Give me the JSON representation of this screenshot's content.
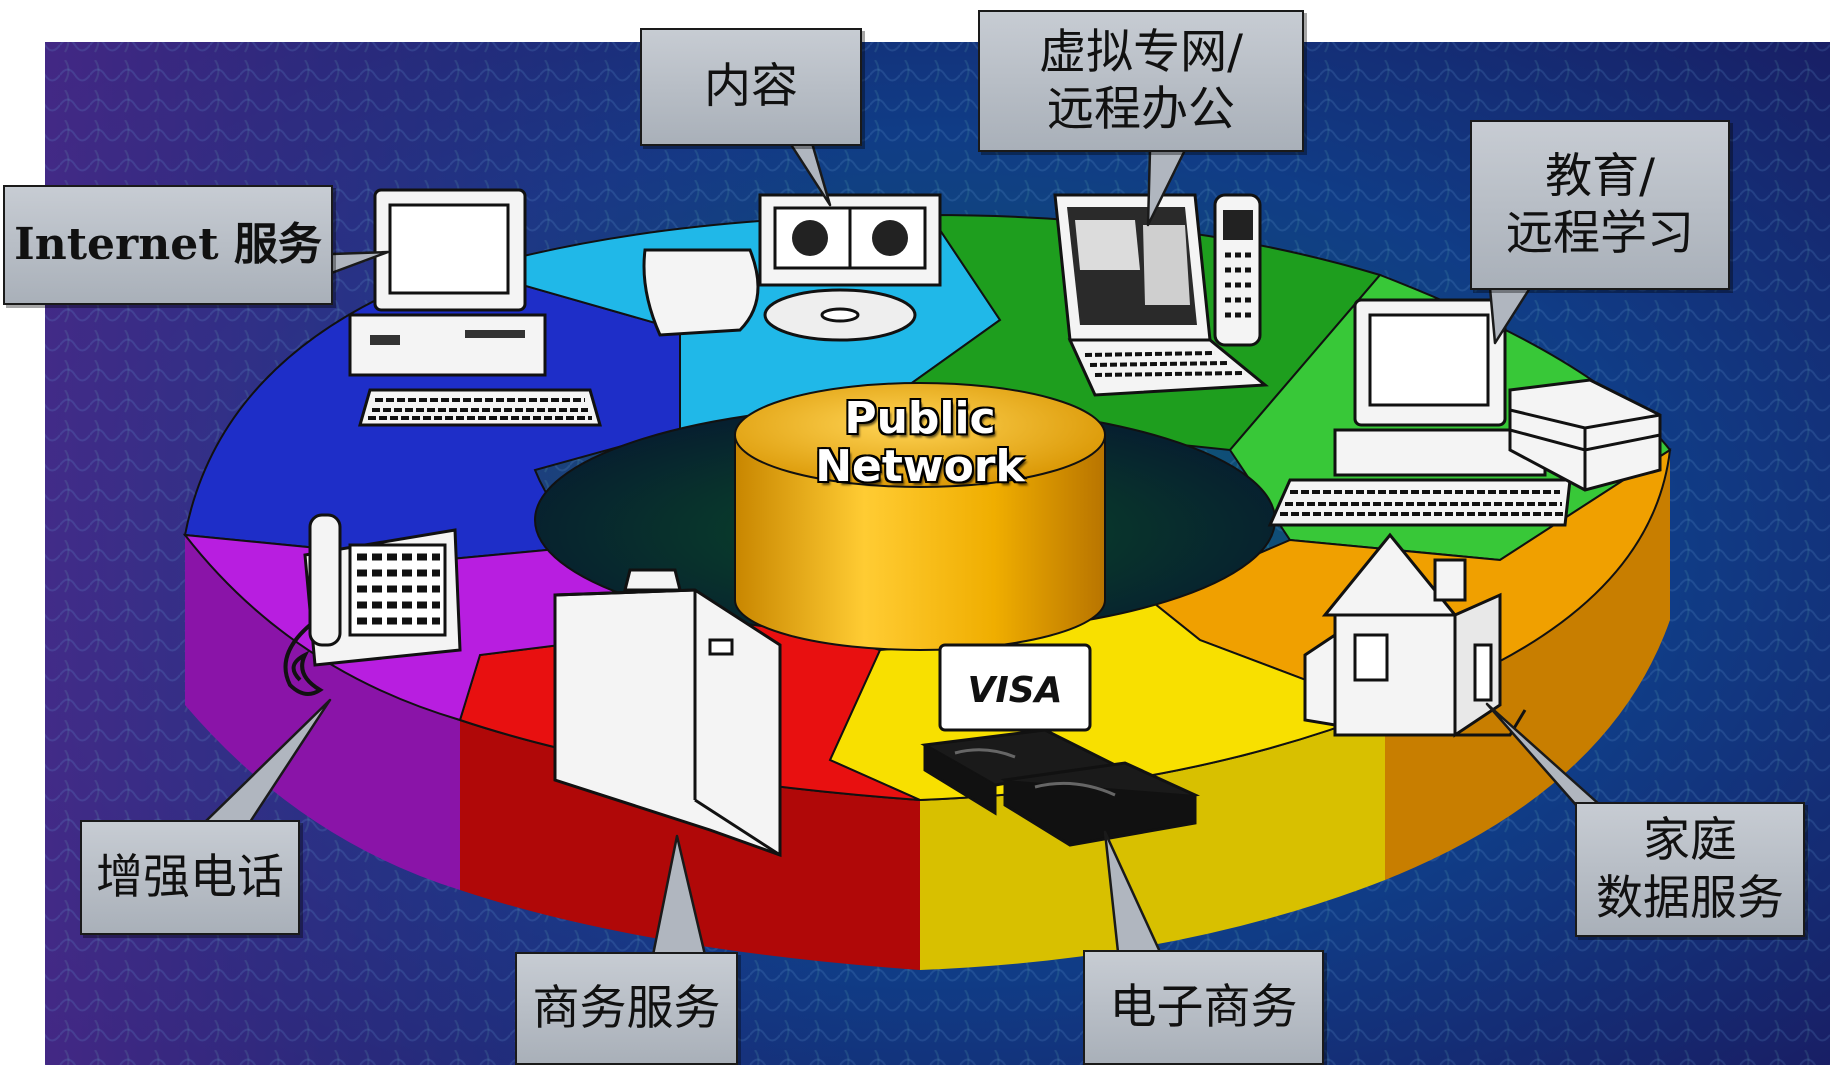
{
  "center_label": [
    "Public",
    "Network"
  ],
  "callouts": {
    "internet": "Internet 服务",
    "content": "内容",
    "vpn": "虚拟专网/\n远程办公",
    "education": "教育/\n远程学习",
    "phone": "增强电话",
    "home": "家庭\n数据服务",
    "business": "商务服务",
    "ecommerce": "电子商务"
  },
  "icons": {
    "internet": "desktop-computer-icon",
    "content": "video-cassette-cd-icon",
    "vpn": "laptop-and-cellphone-icon",
    "education": "computer-and-books-icon",
    "phone": "desk-telephone-icon",
    "home": "house-icon",
    "business": "briefcase-icon",
    "ecommerce": "visa-card-and-cash-icon"
  },
  "card_text": "VISA",
  "colors": {
    "internet_segment": "#1e2ec8",
    "content_segment": "#20b8e8",
    "vpn_segment": "#1e9e1e",
    "education_segment": "#38c838",
    "home_segment": "#f0a000",
    "ecommerce_segment": "#f8e000",
    "business_segment": "#e81010",
    "phone_segment": "#b81ee0",
    "center_cylinder": "#f0b000",
    "callout_fill": "#b4bac3"
  }
}
